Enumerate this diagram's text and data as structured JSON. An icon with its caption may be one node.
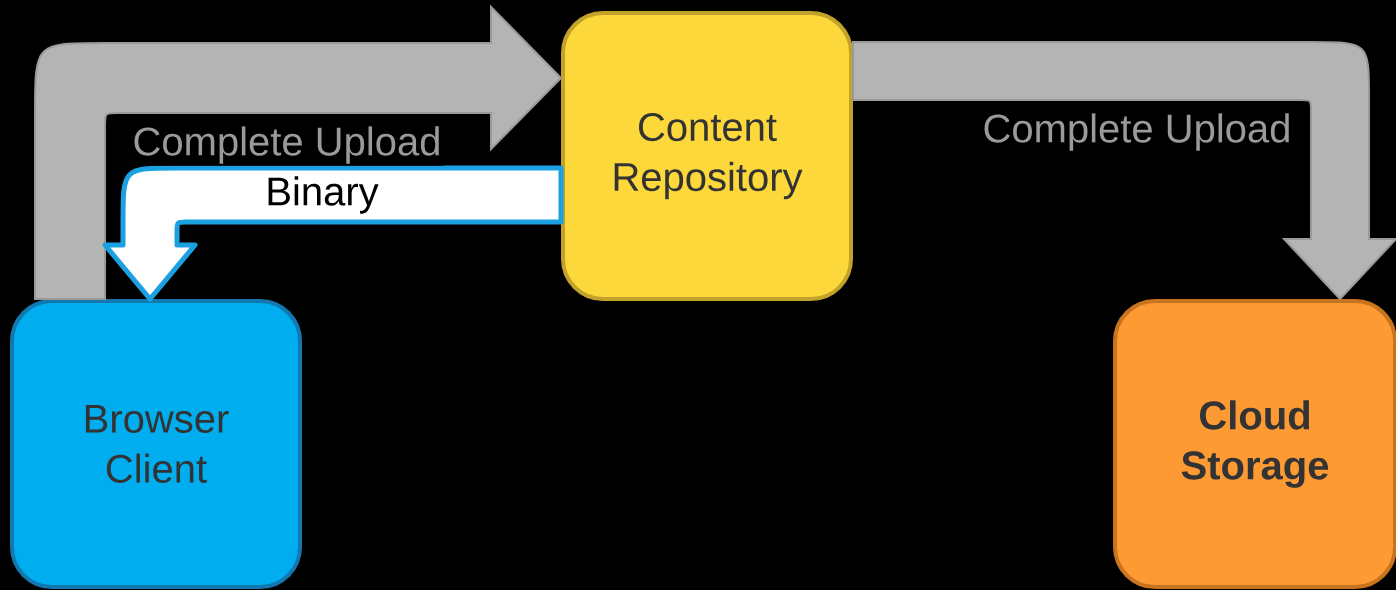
{
  "diagram": {
    "nodes": [
      {
        "text": [
          "Browser Client"
        ]
      },
      {
        "text": [
          "Content Repository"
        ]
      },
      {
        "text": [
          "Cloud Storage"
        ]
      }
    ],
    "edges": [
      {
        "from": 0,
        "to": 1,
        "arrow": "to",
        "label": "Complete Upload"
      },
      {
        "from": 1,
        "to": 0,
        "arrow": "to",
        "label": "Binary",
        "color": "#1ba1e2"
      },
      {
        "from": 1,
        "to": 2,
        "arrow": "to",
        "label": "Complete Upload"
      }
    ]
  }
}
